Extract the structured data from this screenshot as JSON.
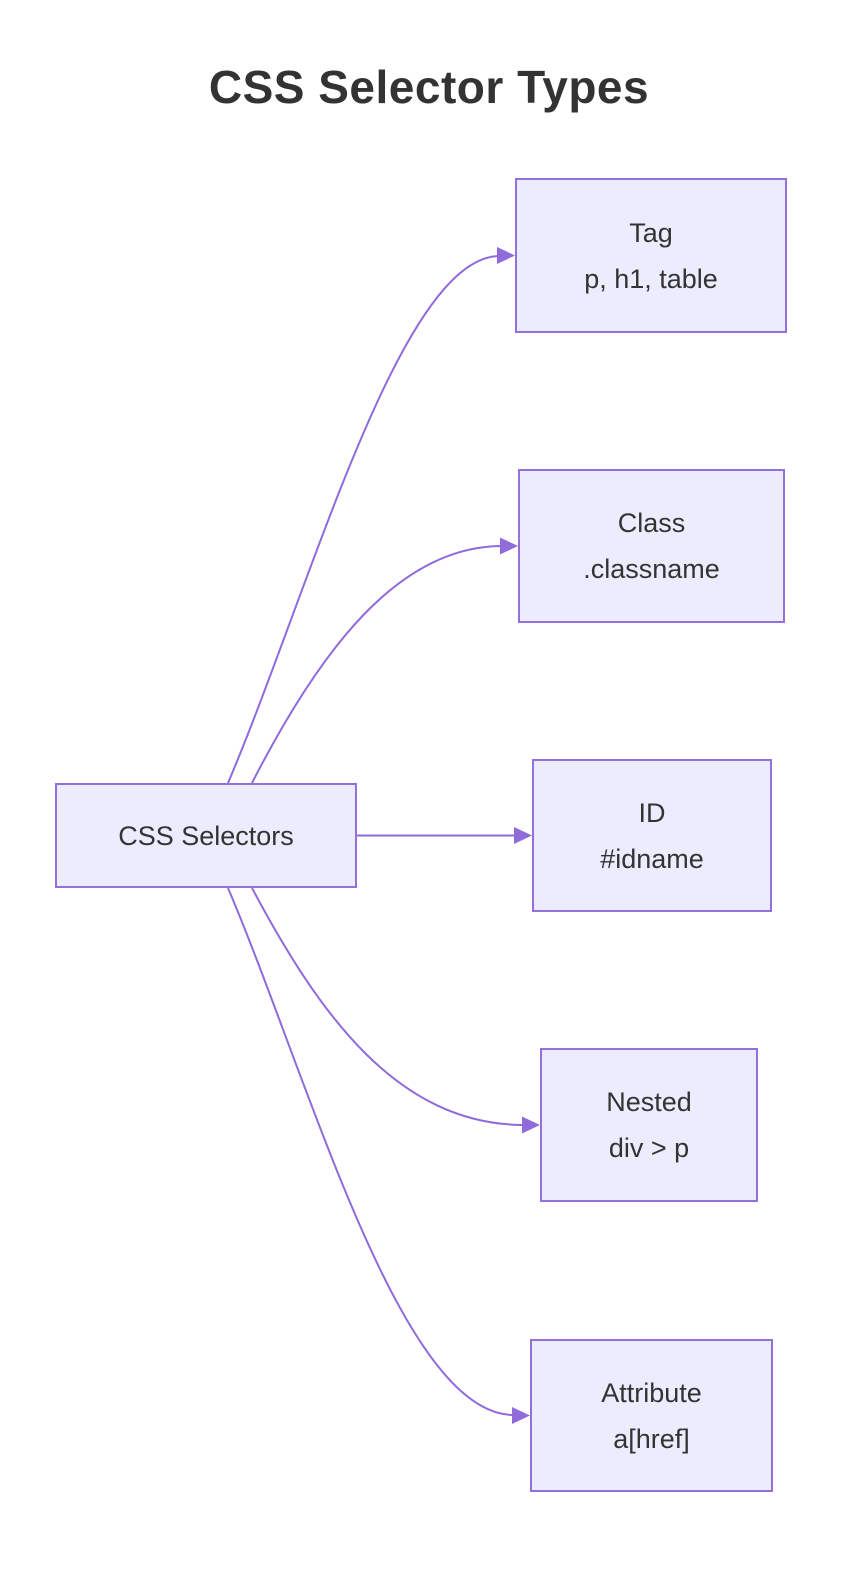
{
  "title": "CSS Selector Types",
  "diagram_type": "flowchart-left-to-right",
  "root": {
    "label": "CSS Selectors"
  },
  "nodes": [
    {
      "id": "tag",
      "label": "Tag",
      "example": "p, h1, table"
    },
    {
      "id": "class",
      "label": "Class",
      "example": ".classname"
    },
    {
      "id": "id",
      "label": "ID",
      "example": "#idname"
    },
    {
      "id": "nested",
      "label": "Nested",
      "example": "div > p"
    },
    {
      "id": "attribute",
      "label": "Attribute",
      "example": "a[href]"
    }
  ],
  "edges": [
    {
      "from": "CSS Selectors",
      "to": "Tag"
    },
    {
      "from": "CSS Selectors",
      "to": "Class"
    },
    {
      "from": "CSS Selectors",
      "to": "ID"
    },
    {
      "from": "CSS Selectors",
      "to": "Nested"
    },
    {
      "from": "CSS Selectors",
      "to": "Attribute"
    }
  ],
  "colors": {
    "node_fill": "#ECECFF",
    "node_border": "#9370DB",
    "edge": "#8F6BDB",
    "text": "#333333",
    "title": "#333333"
  }
}
